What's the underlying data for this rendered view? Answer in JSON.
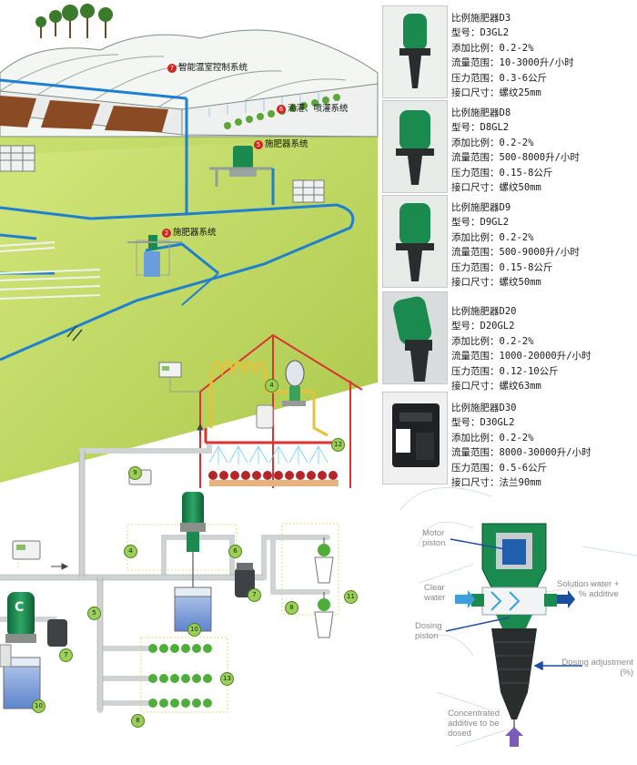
{
  "system_labels": {
    "greenhouse_control": {
      "num": "7",
      "text": "智能温室控制系统"
    },
    "drip_spray": {
      "num": "6",
      "text": "滴灌、喷灌系统"
    },
    "fertilizer_upper": {
      "num": "5",
      "text": "施肥器系统"
    },
    "fertilizer_lower": {
      "num": "2",
      "text": "施肥器系统"
    }
  },
  "products": [
    {
      "name": "比例施肥器D3",
      "model": "型号：D3GL2",
      "ratio": "添加比例：0.2-2%",
      "flow": "流量范围：10-3000升/小时",
      "pressure": "压力范围：0.3-6公斤",
      "port": "接口尺寸：螺纹25mm"
    },
    {
      "name": "比例施肥器D8",
      "model": "型号：D8GL2",
      "ratio": "添加比例：0.2-2%",
      "flow": "流量范围：500-8000升/小时",
      "pressure": "压力范围：0.15-8公斤",
      "port": "接口尺寸：螺纹50mm"
    },
    {
      "name": "比例施肥器D9",
      "model": "型号：D9GL2",
      "ratio": "添加比例：0.2-2%",
      "flow": "流量范围：500-9000升/小时",
      "pressure": "压力范围：0.15-8公斤",
      "port": "接口尺寸：螺纹50mm"
    },
    {
      "name": "比例施肥器D20",
      "model": "型号：D20GL2",
      "ratio": "添加比例：0.2-2%",
      "flow": "流量范围：1000-20000升/小时",
      "pressure": "压力范围：0.12-10公斤",
      "port": "接口尺寸：螺纹63mm"
    },
    {
      "name": "比例施肥器D30",
      "model": "型号：D30GL2",
      "ratio": "添加比例：0.2-2%",
      "flow": "流量范围：8000-30000升/小时",
      "pressure": "压力范围：0.5-6公斤",
      "port": "接口尺寸：法兰90mm"
    }
  ],
  "pump_diagram": {
    "motor_piston": [
      "Motor",
      "piston"
    ],
    "clear_water": [
      "Clear",
      "water"
    ],
    "dosing_piston": [
      "Dosing",
      "piston"
    ],
    "solution_water": [
      "Solution water +",
      "% additive"
    ],
    "dosing_adjustment": [
      "Dosing adjustment",
      "(%)"
    ],
    "concentrated": [
      "Concentrated",
      "additive to be",
      "dosed"
    ]
  },
  "lower_diagram": {
    "dispenser_letter": "C",
    "badges": [
      "9",
      "4",
      "6",
      "5",
      "7",
      "7",
      "10",
      "10",
      "8",
      "11",
      "13",
      "8"
    ],
    "house_badges": [
      "4",
      "12"
    ]
  },
  "colors": {
    "pipe_blue": "#1f7fd0",
    "field_green": "#c6de6a",
    "dosatron_green": "#1b8a4f",
    "badge_red": "#d32222",
    "badge_green": "#9ccf55"
  }
}
